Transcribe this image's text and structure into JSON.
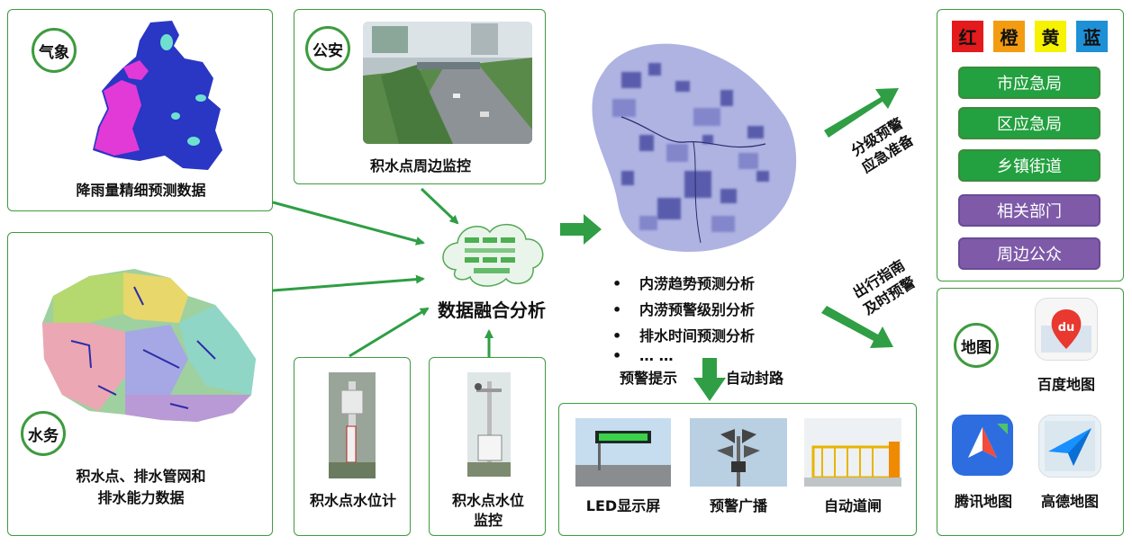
{
  "colors": {
    "accent_green": "#3e9b3e",
    "arrow_green": "#2f9e44",
    "pill_green": "#23a03f",
    "pill_purple": "#7e5aa8"
  },
  "weather": {
    "badge": "气象",
    "caption": "降雨量精细预测数据"
  },
  "police": {
    "badge": "公安",
    "caption": "积水点周边监控"
  },
  "water": {
    "badge": "水务",
    "caption_line1": "积水点、排水管网和",
    "caption_line2": "排水能力数据"
  },
  "gauge": {
    "caption": "积水点水位计"
  },
  "monitor": {
    "caption_line1": "积水点水位",
    "caption_line2": "监控"
  },
  "fusion": {
    "label": "数据融合分析"
  },
  "analysis": {
    "items": [
      "内涝趋势预测分析",
      "内涝预警级别分析",
      "排水时间预测分析",
      "… …"
    ],
    "dot": "•"
  },
  "alerts": {
    "left": "预警提示",
    "right": "自动封路"
  },
  "devices": [
    {
      "label": "LED显示屏"
    },
    {
      "label": "预警广播"
    },
    {
      "label": "自动道闸"
    }
  ],
  "levels": [
    {
      "label": "红",
      "color": "#e41a1c"
    },
    {
      "label": "橙",
      "color": "#f39c12"
    },
    {
      "label": "黄",
      "color": "#f7f200"
    },
    {
      "label": "蓝",
      "color": "#1e90d6"
    }
  ],
  "departments": [
    {
      "label": "市应急局",
      "style": "green"
    },
    {
      "label": "区应急局",
      "style": "green"
    },
    {
      "label": "乡镇街道",
      "style": "green"
    },
    {
      "label": "相关部门",
      "style": "purple"
    },
    {
      "label": "周边公众",
      "style": "purple"
    }
  ],
  "arrow_upper": {
    "line1": "分级预警",
    "line2": "应急准备"
  },
  "arrow_lower": {
    "line1": "出行指南",
    "line2": "及时预警"
  },
  "maps": {
    "badge": "地图",
    "baidu": "百度地图",
    "tencent": "腾讯地图",
    "gaode": "高德地图",
    "baidu_logo_text": "du"
  }
}
